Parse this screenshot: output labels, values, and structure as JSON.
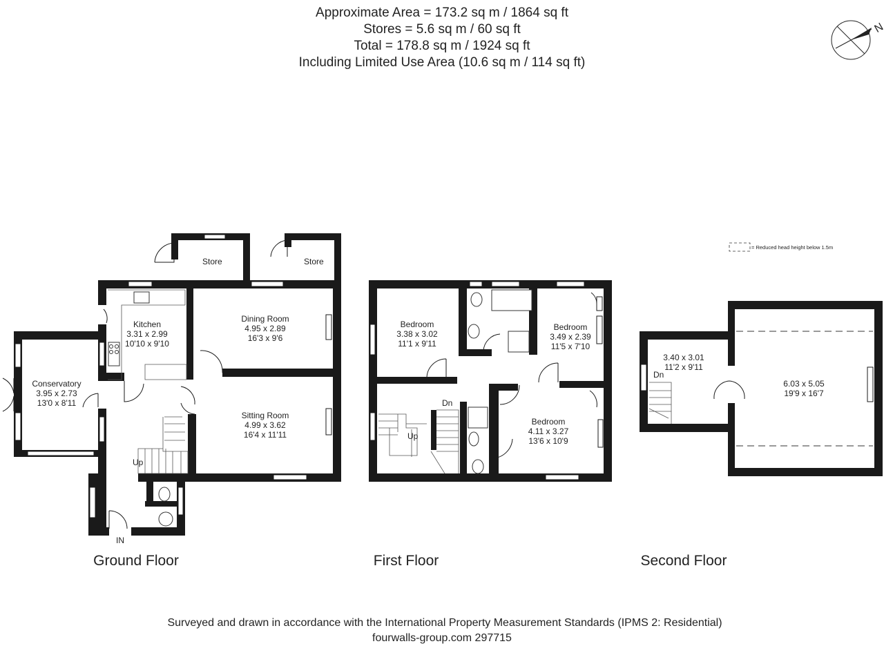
{
  "header": {
    "line1": "Approximate  Area = 173.2 sq m / 1864 sq ft",
    "line2": "Stores = 5.6 sq m / 60 sq ft",
    "line3": "Total = 178.8 sq m / 1924 sq ft",
    "line4": "Including Limited Use Area (10.6 sq m / 114 sq ft)"
  },
  "compass": {
    "label": "N",
    "icon": "north-compass-icon"
  },
  "legend": {
    "text": "= Reduced head height below 1.5m"
  },
  "ground_floor": {
    "title": "Ground Floor",
    "kitchen": {
      "name": "Kitchen",
      "metric": "3.31 x 2.99",
      "imperial": "10'10 x 9'10"
    },
    "dining": {
      "name": "Dining Room",
      "metric": "4.95 x 2.89",
      "imperial": "16'3 x 9'6"
    },
    "conservatory": {
      "name": "Conservatory",
      "metric": "3.95 x 2.73",
      "imperial": "13'0 x 8'11"
    },
    "sitting": {
      "name": "Sitting Room",
      "metric": "4.99 x 3.62",
      "imperial": "16'4 x 11'11"
    },
    "store1": {
      "name": "Store"
    },
    "store2": {
      "name": "Store"
    },
    "up": "Up",
    "entrance": "IN"
  },
  "first_floor": {
    "title": "First Floor",
    "bedroom1": {
      "name": "Bedroom",
      "metric": "3.38 x 3.02",
      "imperial": "11'1 x 9'11"
    },
    "bedroom2": {
      "name": "Bedroom",
      "metric": "3.49 x 2.39",
      "imperial": "11'5 x 7'10"
    },
    "bedroom3": {
      "name": "Bedroom",
      "metric": "4.11 x 3.27",
      "imperial": "13'6 x 10'9"
    },
    "dn": "Dn",
    "up": "Up"
  },
  "second_floor": {
    "title": "Second Floor",
    "room1": {
      "metric": "3.40 x 3.01",
      "imperial": "11'2 x 9'11"
    },
    "room2": {
      "metric": "6.03 x 5.05",
      "imperial": "19'9 x 16'7"
    },
    "dn": "Dn"
  },
  "footer": {
    "line1": "Surveyed and drawn in accordance with the International Property Measurement Standards (IPMS 2: Residential)",
    "line2": "fourwalls-group.com 297715"
  }
}
